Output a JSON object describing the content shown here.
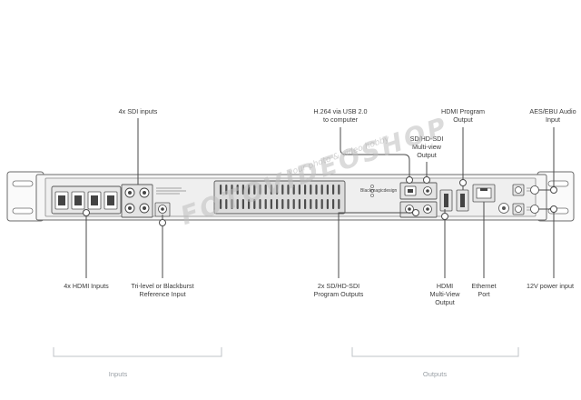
{
  "labels": {
    "sdi_inputs": "4x SDI inputs",
    "h264": [
      "H.264 via USB 2.0",
      "to computer"
    ],
    "hdmi_program": [
      "HDMI Program",
      "Output"
    ],
    "aes_ebu": [
      "AES/EBU Audio",
      "Input"
    ],
    "multiview_sdi": [
      "SD/HD-SDI",
      "Multi-view",
      "Output"
    ],
    "hdmi_inputs": "4x HDMI Inputs",
    "reference": [
      "Tri-level or Blackburst",
      "Reference Input"
    ],
    "program_outputs": [
      "2x SD/HD-SDI",
      "Program Outputs"
    ],
    "hdmi_multiview": [
      "HDMI",
      "Multi-View",
      "Output"
    ],
    "ethernet": [
      "Ethernet",
      "Port"
    ],
    "power": "12V power input"
  },
  "groups": {
    "inputs": "Inputs",
    "outputs": "Outputs"
  },
  "watermark": {
    "main": "FOTOVIDEOSHOP",
    "sub": "your photo & video hobby"
  },
  "device": {
    "brand": "Blackmagicdesign"
  },
  "colors": {
    "line": "#4a4a4a",
    "panel_stroke": "#6b6b6b",
    "panel_fill": "#f3f3f3",
    "group_bracket": "#bfc3c7"
  }
}
